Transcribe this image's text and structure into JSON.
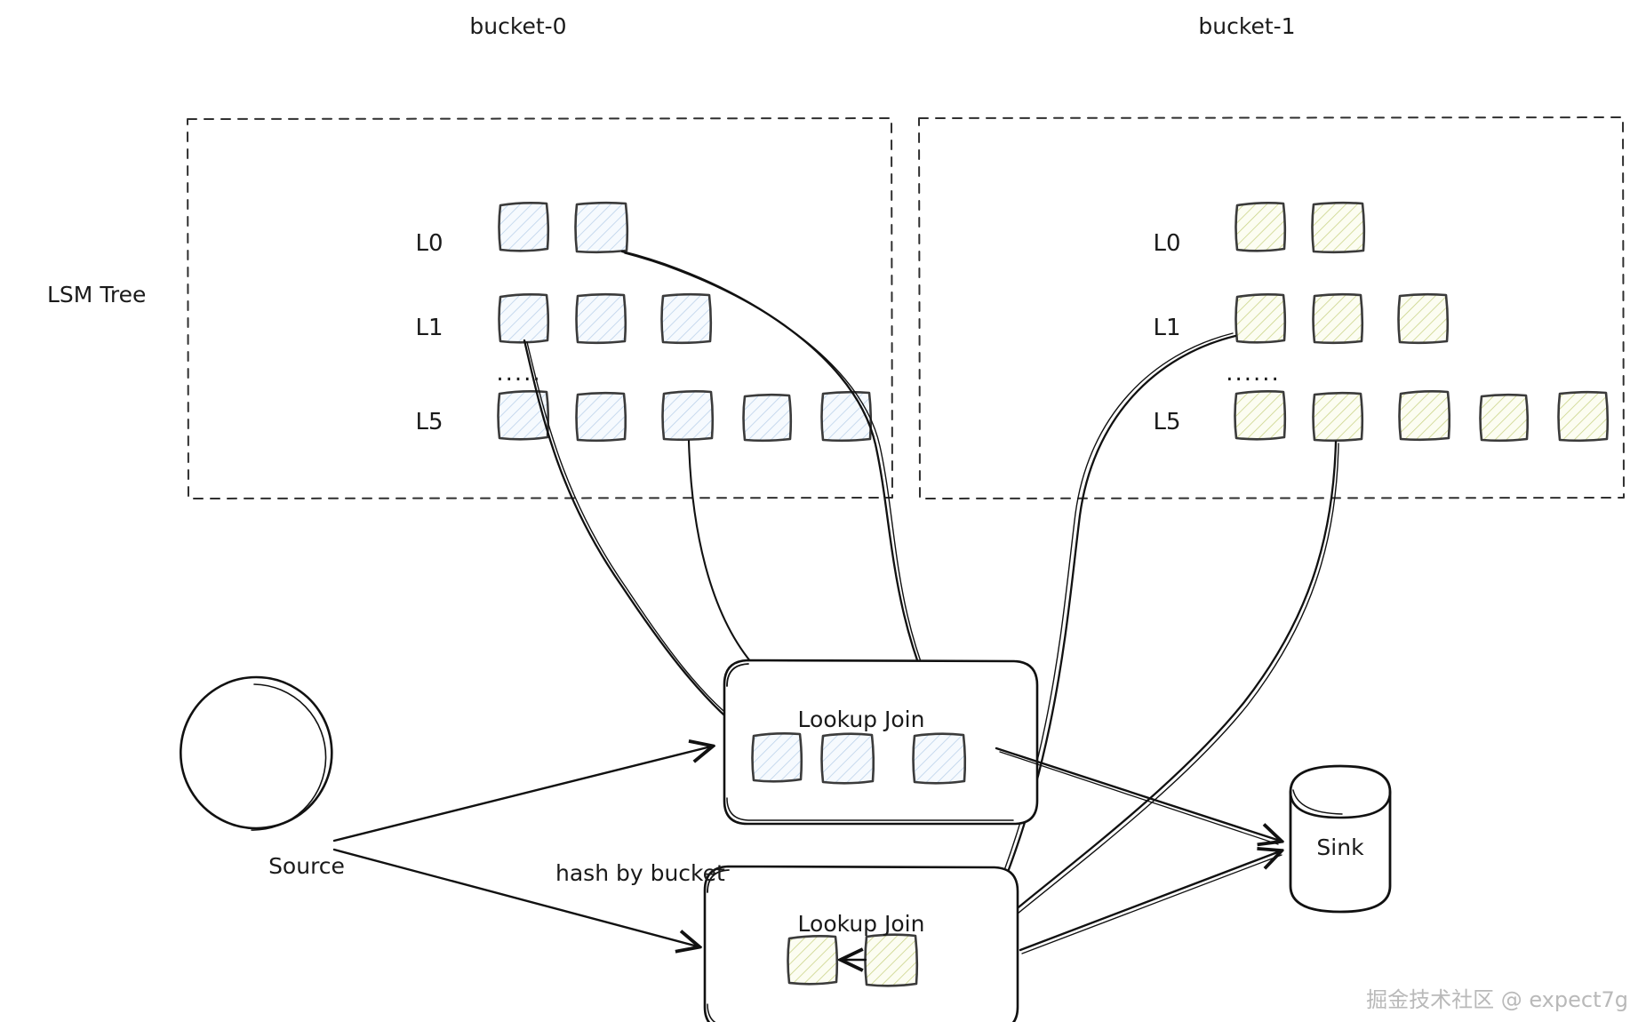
{
  "diagram": {
    "title_hidden": "",
    "buckets": [
      {
        "name": "bucket-0",
        "color_fill": "#f4f8fd",
        "color_hatch": "#b8cee8",
        "color_stroke": "#3b3b3b",
        "levels": [
          {
            "label": "L0",
            "count": 2
          },
          {
            "label": "L1",
            "count": 3
          },
          {
            "label": "L5",
            "count": 5
          }
        ],
        "ellipsis": "....."
      },
      {
        "name": "bucket-1",
        "color_fill": "#fbfcef",
        "color_hatch": "#c9d185",
        "color_stroke": "#3b3b3b",
        "levels": [
          {
            "label": "L0",
            "count": 2
          },
          {
            "label": "L1",
            "count": 3
          },
          {
            "label": "L5",
            "count": 5
          }
        ],
        "ellipsis": "......"
      }
    ],
    "lsm_tree_label": "LSM Tree",
    "source": {
      "label": "Source"
    },
    "sink": {
      "label": "Sink"
    },
    "edge_labels": {
      "hash_by_bucket": "hash by bucket"
    },
    "operators": [
      {
        "label": "Lookup Join",
        "variant": "blue",
        "tiles": 3
      },
      {
        "label": "Lookup Join",
        "variant": "green",
        "tiles": 2
      }
    ],
    "watermark": "掘金技术社区 @ expect7g"
  }
}
